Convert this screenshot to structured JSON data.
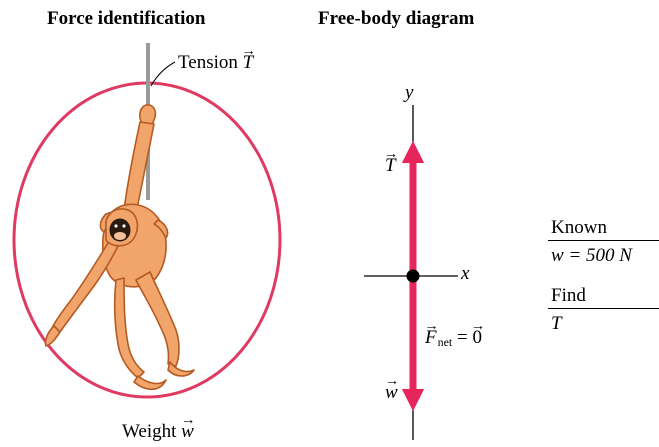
{
  "headings": {
    "force_identification": "Force identification",
    "free_body_diagram": "Free-body diagram"
  },
  "force_id": {
    "tension_label": "Tension",
    "tension_symbol": "T",
    "weight_label": "Weight",
    "weight_symbol": "w"
  },
  "fbd": {
    "y_axis_label": "y",
    "x_axis_label": "x",
    "tension_symbol": "T",
    "weight_symbol": "w",
    "net_force_symbol": "F",
    "net_force_subscript": "net",
    "net_force_equals": "=",
    "net_force_value": "0"
  },
  "known_find": {
    "known_heading": "Known",
    "known_value": "w = 500 N",
    "find_heading": "Find",
    "find_value": "T"
  },
  "colors": {
    "force_vector": "#e8245c",
    "system_boundary": "#e03a62",
    "orangutan_fur": "#f2a56b",
    "orangutan_outline": "#b45a22",
    "rope": "#9a9a9a"
  }
}
